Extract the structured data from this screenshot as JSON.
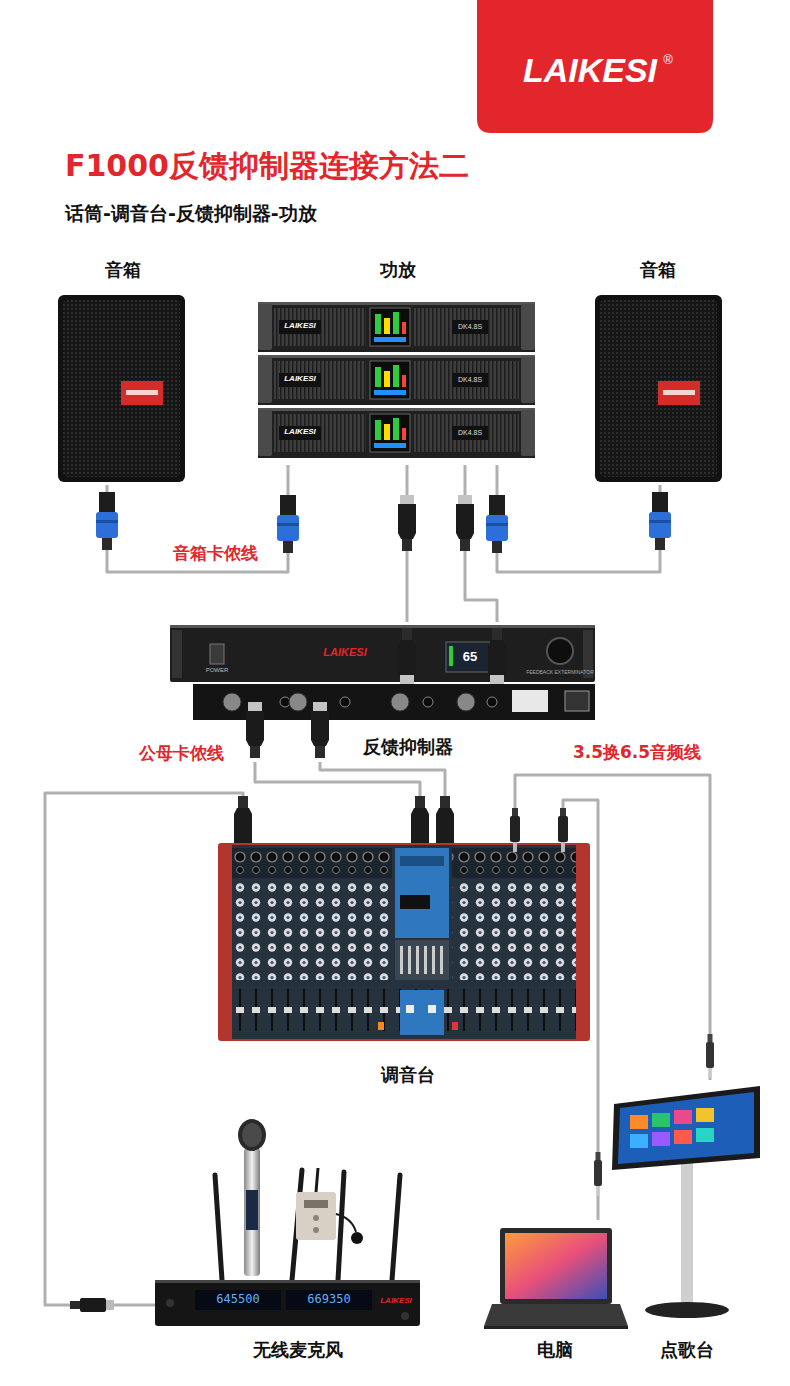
{
  "diagram": {
    "title": "F1000反馈抑制器连接方法二",
    "nodes": [
      {
        "text": [
          "音箱"
        ]
      },
      {
        "text": [
          "功放"
        ]
      },
      {
        "text": [
          "音箱"
        ]
      },
      {
        "text": [
          "反馈抑制器"
        ]
      },
      {
        "text": [
          "调音台"
        ]
      },
      {
        "text": [
          "无线麦克风"
        ]
      },
      {
        "text": [
          "电脑"
        ]
      },
      {
        "text": [
          "点歌台"
        ]
      }
    ],
    "edges": [
      {
        "from": 1,
        "to": 0,
        "label": "音箱卡侬线",
        "arrow": "none"
      },
      {
        "from": 1,
        "to": 2,
        "arrow": "none"
      },
      {
        "from": 3,
        "to": 1,
        "arrow": "none"
      },
      {
        "from": 3,
        "to": 1,
        "arrow": "none"
      },
      {
        "from": 4,
        "to": 3,
        "label": "公母卡侬线",
        "arrow": "none"
      },
      {
        "from": 4,
        "to": 3,
        "arrow": "none"
      },
      {
        "from": 5,
        "to": 4,
        "arrow": "none"
      },
      {
        "from": 6,
        "to": 4,
        "arrow": "none"
      },
      {
        "from": 7,
        "to": 4,
        "label": "3.5换6.5音频线",
        "arrow": "none"
      }
    ],
    "labels": [
      "LAIKESI",
      "®",
      "话筒-调音台-反馈抑制器-功放",
      "LAIKESI",
      "DK4.8S",
      "LAIKESI",
      "DK4.8S",
      "LAIKESI",
      "DK4.8S",
      "POWER",
      "LAIKESI",
      "65",
      "FEEDBACK EXTERMINATOR",
      "645500",
      "669350",
      "LAIKESI"
    ]
  }
}
